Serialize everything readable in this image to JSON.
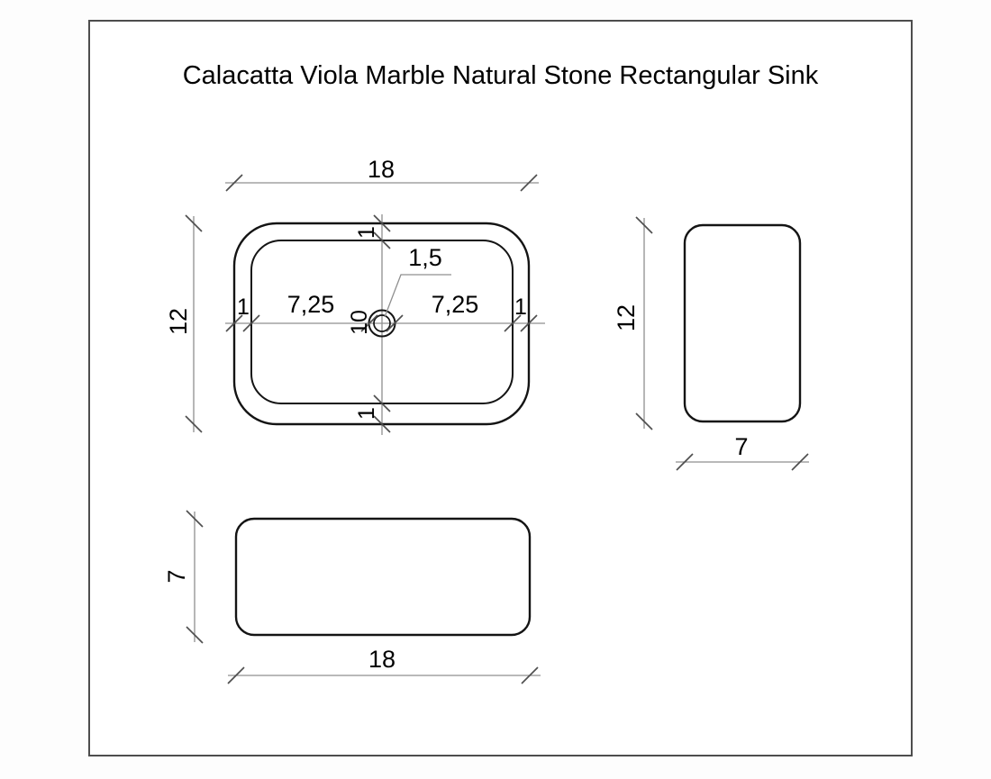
{
  "title": "Calacatta Viola Marble Natural Stone Rectangular Sink",
  "plan_view": {
    "overall_width": "18",
    "overall_depth": "12",
    "wall_top": "1",
    "wall_bottom": "1",
    "wall_left": "1",
    "wall_right": "1",
    "basin_left_span": "7,25",
    "basin_right_span": "7,25",
    "drain_diameter": "1,5",
    "inner_depth": "10"
  },
  "side_view": {
    "height": "12",
    "depth": "7"
  },
  "front_view": {
    "height": "7",
    "width": "18"
  },
  "colors": {
    "object_line": "#141414",
    "dimension_line": "#8f8f8f",
    "tick": "#4f4f4f",
    "text": "#000000",
    "frame_border": "#4d4d4d",
    "background": "#ffffff"
  }
}
